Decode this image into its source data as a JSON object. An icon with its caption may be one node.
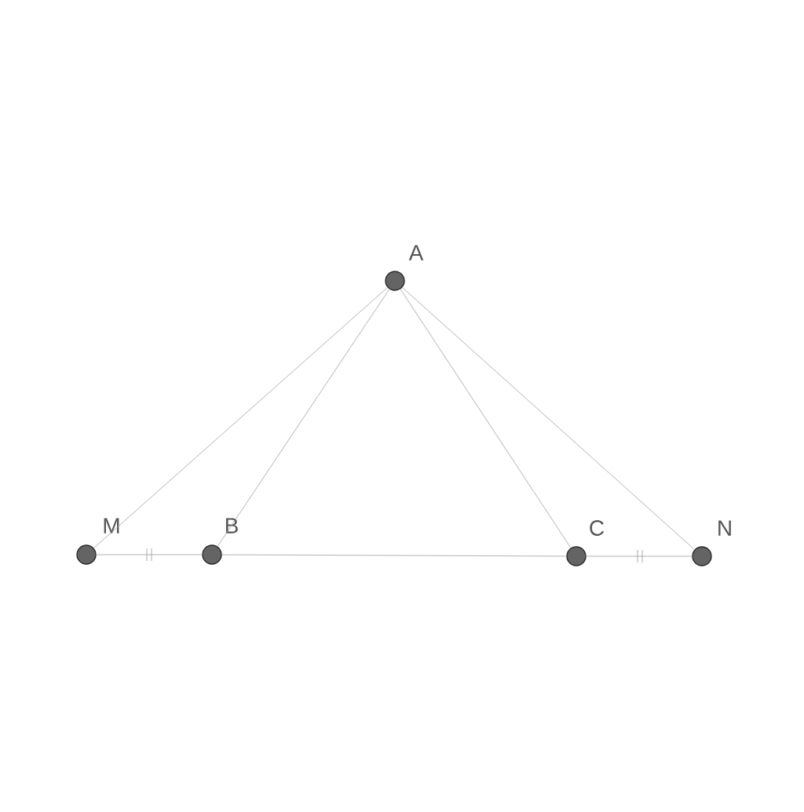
{
  "diagram": {
    "nodes": [
      {
        "text": [],
        "shape": "circle",
        "beside": [
          "A"
        ]
      },
      {
        "text": [],
        "shape": "circle",
        "beside": [
          "M"
        ]
      },
      {
        "text": [],
        "shape": "circle",
        "beside": [
          "B"
        ]
      },
      {
        "text": [],
        "shape": "circle",
        "beside": [
          "C"
        ]
      },
      {
        "text": [],
        "shape": "circle",
        "beside": [
          "N"
        ]
      }
    ],
    "edges": [
      {
        "from": 1,
        "to": 2,
        "arrow": "none"
      },
      {
        "from": 2,
        "to": 3,
        "arrow": "none"
      },
      {
        "from": 3,
        "to": 4,
        "arrow": "none"
      },
      {
        "from": 0,
        "to": 1,
        "arrow": "none"
      },
      {
        "from": 0,
        "to": 2,
        "arrow": "none"
      },
      {
        "from": 0,
        "to": 3,
        "arrow": "none"
      },
      {
        "from": 0,
        "to": 4,
        "arrow": "none"
      }
    ]
  }
}
